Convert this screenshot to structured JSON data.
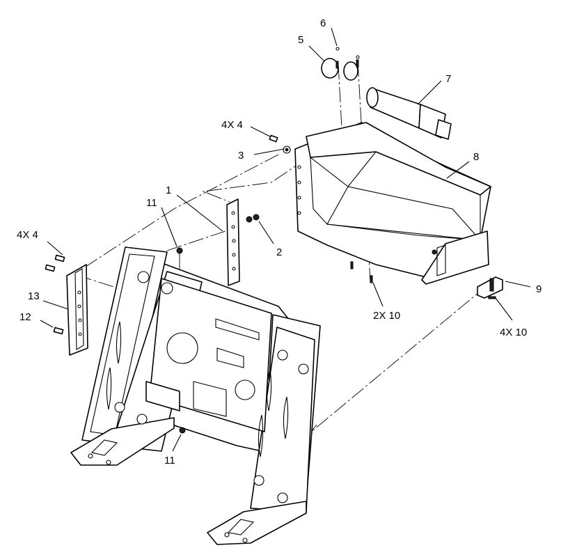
{
  "callouts": [
    {
      "id": "c1",
      "text": "1"
    },
    {
      "id": "c2",
      "text": "2"
    },
    {
      "id": "c3",
      "text": "3"
    },
    {
      "id": "c4a",
      "text": "4X 4"
    },
    {
      "id": "c4b",
      "text": "4X 4"
    },
    {
      "id": "c5",
      "text": "5"
    },
    {
      "id": "c6",
      "text": "6"
    },
    {
      "id": "c7",
      "text": "7"
    },
    {
      "id": "c8",
      "text": "8"
    },
    {
      "id": "c9",
      "text": "9"
    },
    {
      "id": "c10a",
      "text": "2X 10"
    },
    {
      "id": "c10b",
      "text": "4X 10"
    },
    {
      "id": "c11a",
      "text": "11"
    },
    {
      "id": "c11b",
      "text": "11"
    },
    {
      "id": "c12",
      "text": "12"
    },
    {
      "id": "c13",
      "text": "13"
    }
  ]
}
